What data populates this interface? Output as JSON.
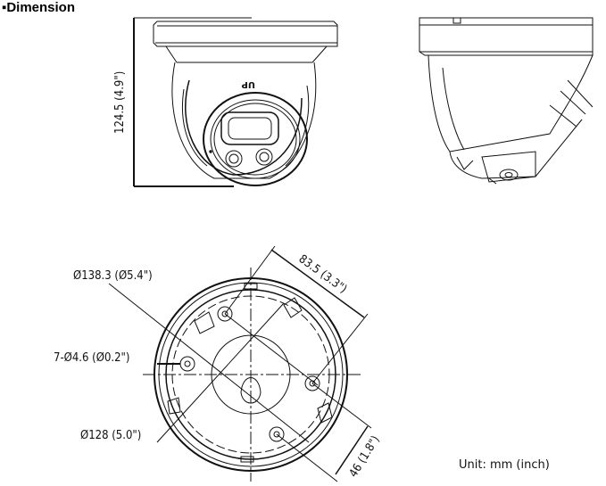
{
  "title": "▪Dimension",
  "front_view": {
    "height_label": "124.5 (4.9\")",
    "up_mark": "UP"
  },
  "bottom_view": {
    "outer_diameter_label": "Ø138.3 (Ø5.4\")",
    "hole_label": "7-Ø4.6 (Ø0.2\")",
    "inner_diameter_label": "Ø128 (5.0\")",
    "spacing_label": "83.5 (3.3\")",
    "offset_label": "46 (1.8\")"
  },
  "unit_note": "Unit: mm (inch)"
}
